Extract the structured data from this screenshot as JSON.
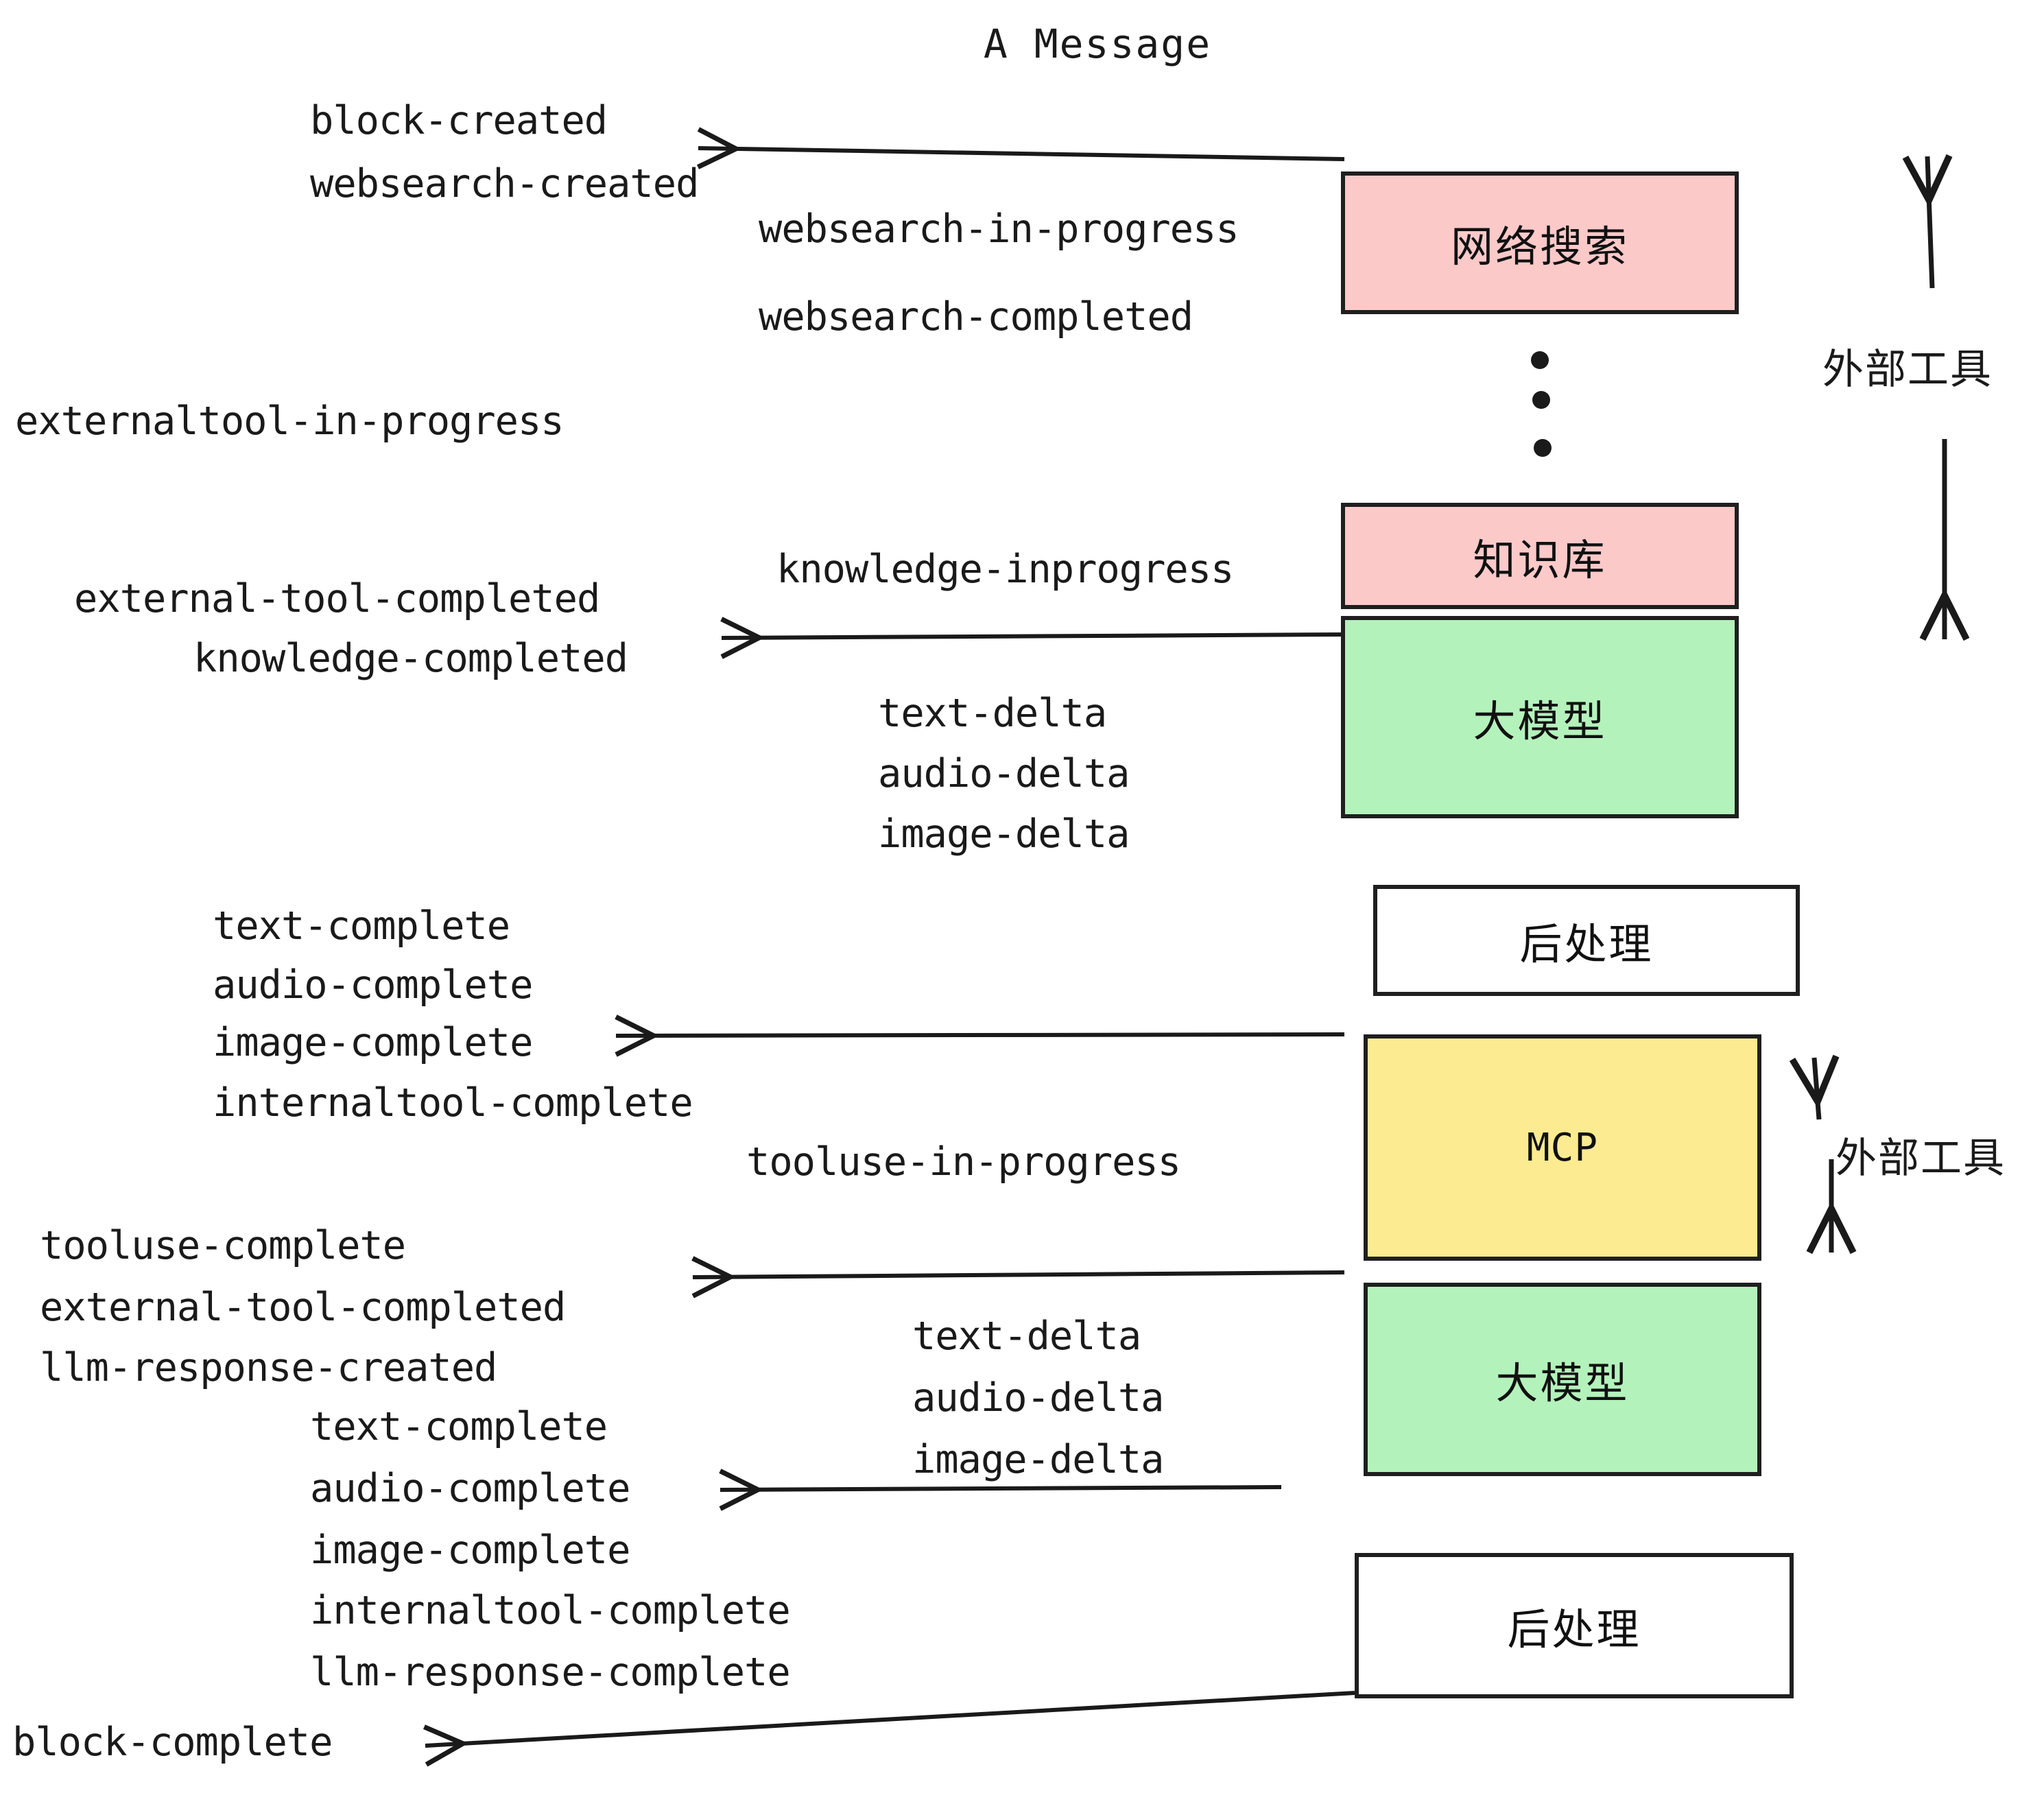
{
  "title": "A Message",
  "boxes": [
    {
      "label": "网络搜索",
      "color": "#FCC9C9",
      "kind": "cjk"
    },
    {
      "label": "知识库",
      "color": "#FCC9C9",
      "kind": "cjk"
    },
    {
      "label": "大模型",
      "color": "#B4F2BC",
      "kind": "cjk"
    },
    {
      "label": "后处理",
      "color": "#FFFFFF",
      "kind": "cjk"
    },
    {
      "label": "MCP",
      "color": "#FCEB90",
      "kind": "mono"
    },
    {
      "label": "大模型",
      "color": "#B4F2BC",
      "kind": "cjk"
    },
    {
      "label": "后处理",
      "color": "#FFFFFF",
      "kind": "cjk"
    }
  ],
  "side_labels": [
    {
      "text": "外部工具"
    },
    {
      "text": "外部工具"
    }
  ],
  "events": [
    {
      "text": "block-created"
    },
    {
      "text": "websearch-created"
    },
    {
      "text": "websearch-in-progress"
    },
    {
      "text": "websearch-completed"
    },
    {
      "text": "externaltool-in-progress"
    },
    {
      "text": "knowledge-inprogress"
    },
    {
      "text": "external-tool-completed"
    },
    {
      "text": "knowledge-completed"
    },
    {
      "text": "text-delta"
    },
    {
      "text": "audio-delta"
    },
    {
      "text": "image-delta"
    },
    {
      "text": "text-complete"
    },
    {
      "text": "audio-complete"
    },
    {
      "text": "image-complete"
    },
    {
      "text": "internaltool-complete"
    },
    {
      "text": "tooluse-in-progress"
    },
    {
      "text": "tooluse-complete"
    },
    {
      "text": "external-tool-completed"
    },
    {
      "text": "llm-response-created"
    },
    {
      "text": "text-complete"
    },
    {
      "text": "audio-complete"
    },
    {
      "text": "image-complete"
    },
    {
      "text": "internaltool-complete"
    },
    {
      "text": "llm-response-complete"
    },
    {
      "text": "block-complete"
    },
    {
      "text": "text-delta"
    },
    {
      "text": "audio-delta"
    },
    {
      "text": "image-delta"
    }
  ],
  "colors": {
    "pink": "#FCC9C9",
    "green": "#B4F2BC",
    "yellow": "#FCEB90",
    "white": "#FFFFFF",
    "stroke": "#1F1F1F"
  }
}
